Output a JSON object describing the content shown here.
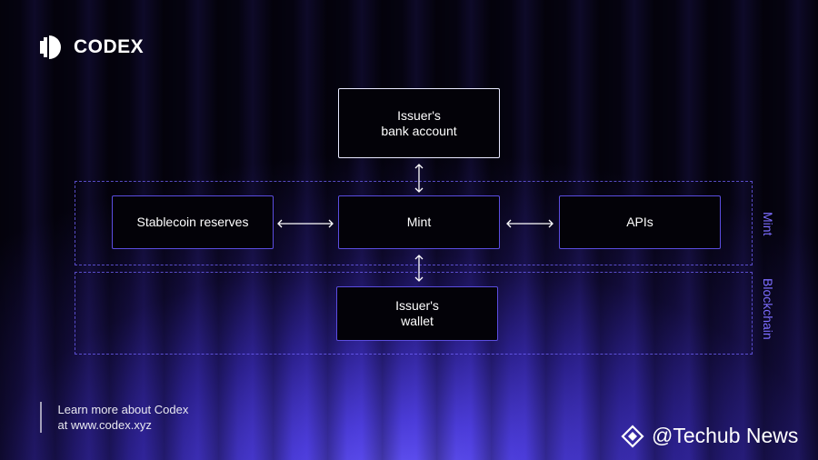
{
  "brand": {
    "name": "CODEX",
    "icon": "codex-logo-icon"
  },
  "diagram": {
    "nodes": {
      "bank": "Issuer's\nbank account",
      "reserves": "Stablecoin reserves",
      "mint": "Mint",
      "apis": "APIs",
      "wallet": "Issuer's\nwallet"
    },
    "regions": {
      "mint": "Mint",
      "blockchain": "Blockchain"
    },
    "edges": [
      {
        "from": "bank",
        "to": "mint",
        "direction": "both"
      },
      {
        "from": "reserves",
        "to": "mint",
        "direction": "both"
      },
      {
        "from": "mint",
        "to": "apis",
        "direction": "both"
      },
      {
        "from": "mint",
        "to": "wallet",
        "direction": "both"
      }
    ]
  },
  "footer": {
    "line1": "Learn more about Codex",
    "line2": "at www.codex.xyz"
  },
  "watermark": {
    "text": "@Techub News",
    "icon": "binance-diamond-icon"
  },
  "colors": {
    "accent": "#5b4de0",
    "region_border": "#7364ff",
    "region_label": "#7c6dff",
    "box_fill": "#030208"
  }
}
